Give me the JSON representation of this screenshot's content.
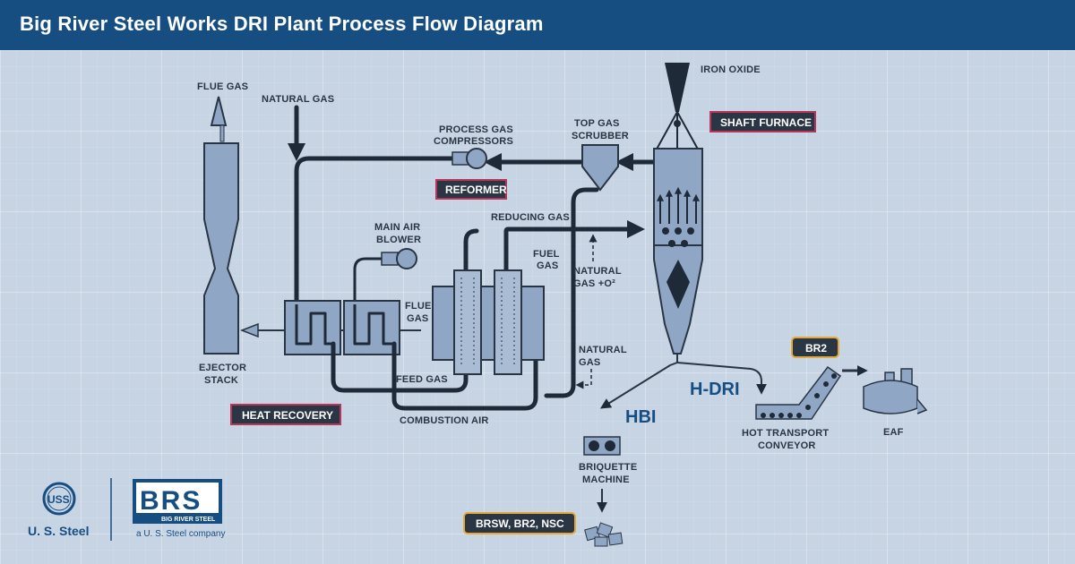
{
  "header": {
    "title": "Big River Steel Works DRI Plant Process Flow Diagram"
  },
  "labels": {
    "flue_gas_top": "FLUE GAS",
    "natural_gas_top": "NATURAL GAS",
    "process_gas_compressors_1": "PROCESS GAS",
    "process_gas_compressors_2": "COMPRESSORS",
    "top_gas_scrubber_1": "TOP GAS",
    "top_gas_scrubber_2": "SCRUBBER",
    "iron_oxide": "IRON OXIDE",
    "reducing_gas": "REDUCING GAS",
    "main_air_blower_1": "MAIN AIR",
    "main_air_blower_2": "BLOWER",
    "fuel_gas_1": "FUEL",
    "fuel_gas_2": "GAS",
    "natural_gas_o2_1": "NATURAL",
    "natural_gas_o2_2": "GAS +O²",
    "flue_gas_mid_1": "FLUE",
    "flue_gas_mid_2": "GAS",
    "natural_gas_low_1": "NATURAL",
    "natural_gas_low_2": "GAS",
    "ejector_stack_1": "EJECTOR",
    "ejector_stack_2": "STACK",
    "feed_gas": "FEED GAS",
    "combustion_air": "COMBUSTION AIR",
    "hbi": "HBI",
    "h_dri": "H-DRI",
    "briquette_machine_1": "BRIQUETTE",
    "briquette_machine_2": "MACHINE",
    "hot_transport_conveyor_1": "HOT TRANSPORT",
    "hot_transport_conveyor_2": "CONVEYOR",
    "eaf": "EAF"
  },
  "boxes": {
    "shaft_furnace": "SHAFT FURNACE",
    "reformer": "REFORMER",
    "heat_recovery": "HEAT RECOVERY",
    "br2": "BR2",
    "brsw": "BRSW, BR2, NSC"
  },
  "logos": {
    "uss_mark": "USS",
    "uss_name": "U. S. Steel",
    "brs_mark": "BRS",
    "brs_sub": "BIG RIVER STEEL",
    "brs_tag": "a U. S. Steel company"
  },
  "colors": {
    "header": "#174e82",
    "box_fill": "#2b3645",
    "box_border_red": "#b8365a",
    "box_border_gold": "#e4a93a",
    "equipment": "#8fa7c4",
    "pipe": "#1f2a38"
  }
}
